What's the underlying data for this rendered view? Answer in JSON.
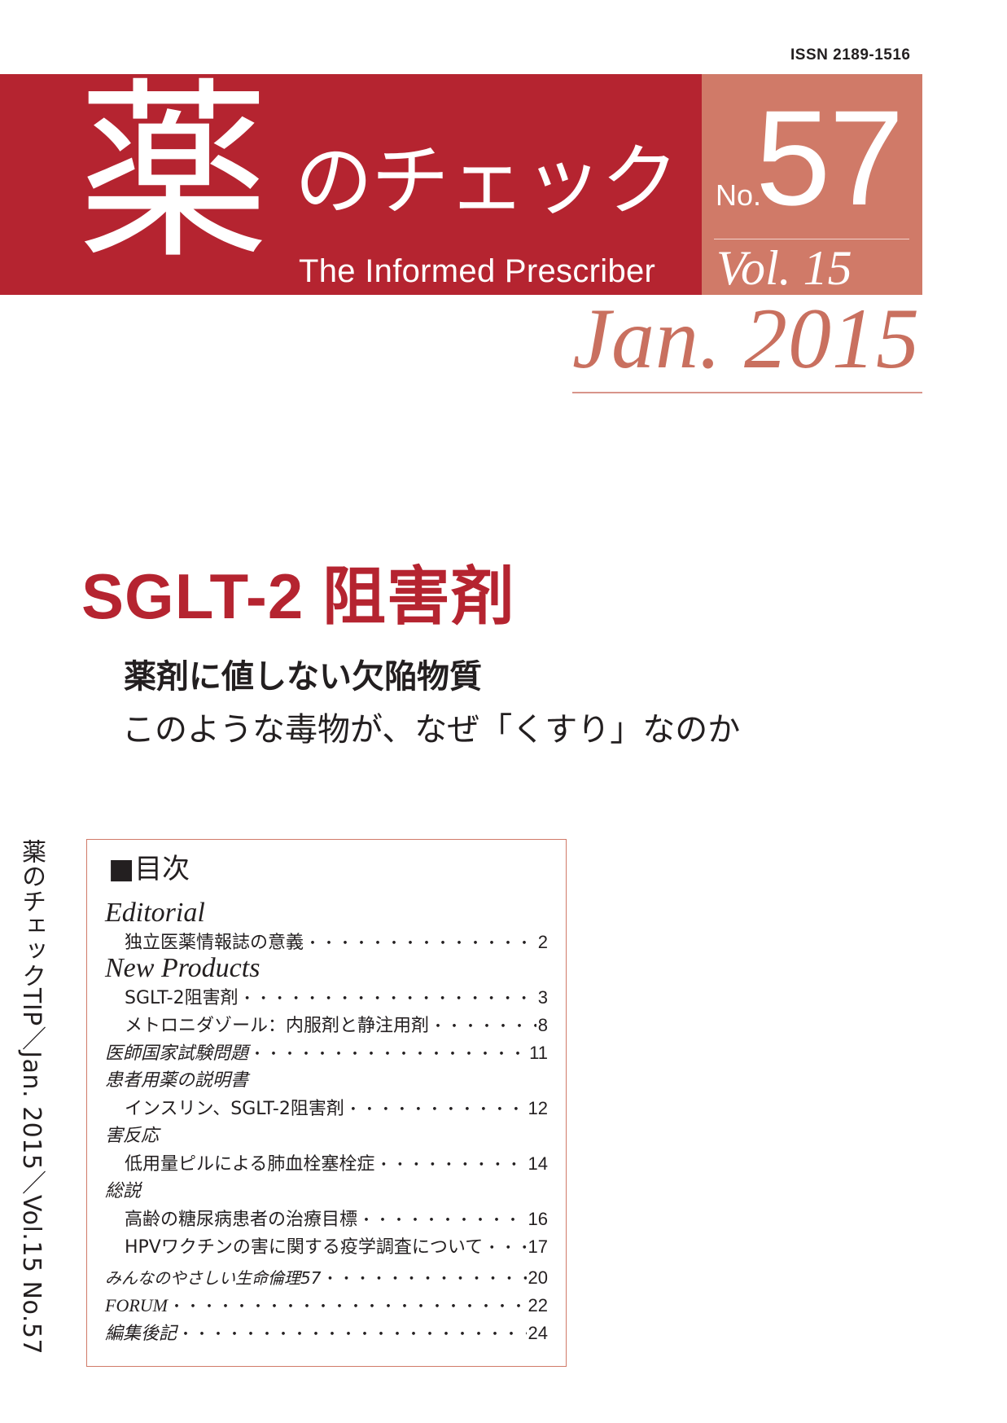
{
  "issn": "ISSN 2189-1516",
  "masthead": {
    "title_kanji": "薬",
    "title_kana": "のチェック",
    "title_en": "The Informed Prescriber",
    "no_label": "No.",
    "no_value": "57",
    "vol": "Vol. 15",
    "date": "Jan. 2015"
  },
  "colors": {
    "brand_red": "#b52430",
    "accent_salmon": "#d07a68"
  },
  "feature": {
    "headline": "SGLT-2 阻害剤",
    "sub1": "薬剤に値しない欠陥物質",
    "sub2": "このような毒物が、なぜ「くすり」なのか"
  },
  "spine": "薬のチェックTIP／Jan. 2015／Vol.15 No.57",
  "toc": {
    "heading": "■目次",
    "sections": {
      "editorial": "Editorial",
      "new_products": "New Products",
      "exam": "医師国家試験問題",
      "patient": "患者用薬の説明書",
      "adverse": "害反応",
      "review": "総説",
      "ethics": "みんなのやさしい生命倫理57",
      "forum": "FORUM",
      "postscript": "編集後記"
    },
    "entries": {
      "e1": {
        "label": "独立医薬情報誌の意義",
        "page": "2"
      },
      "e2": {
        "label": "SGLT-2阻害剤",
        "page": "3"
      },
      "e3": {
        "label": "メトロニダゾール：内服剤と静注用剤",
        "page": "8"
      },
      "e4": {
        "page": "11"
      },
      "e5": {
        "label": "インスリン、SGLT-2阻害剤",
        "page": "12"
      },
      "e6": {
        "label": "低用量ピルによる肺血栓塞栓症",
        "page": "14"
      },
      "e7": {
        "label": "高齢の糖尿病患者の治療目標",
        "page": "16"
      },
      "e8": {
        "label": "HPVワクチンの害に関する疫学調査について",
        "page": "17"
      },
      "e9": {
        "page": "20"
      },
      "e10": {
        "page": "22"
      },
      "e11": {
        "page": "24"
      }
    }
  }
}
